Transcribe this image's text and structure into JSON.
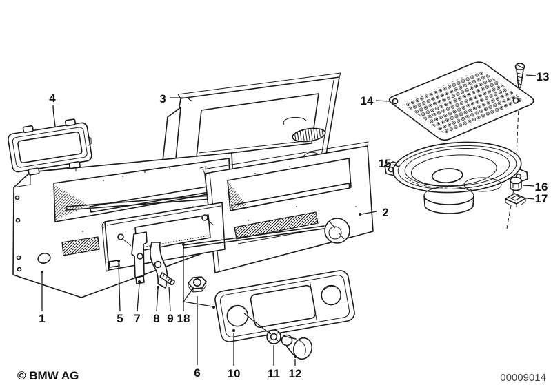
{
  "diagram": {
    "background": "#ffffff",
    "line_color": "#1a1a1a",
    "copyright": "© BMW AG",
    "drawing_number": "00009014"
  },
  "callouts": [
    {
      "label": "1"
    },
    {
      "label": "2"
    },
    {
      "label": "3"
    },
    {
      "label": "4"
    },
    {
      "label": "5"
    },
    {
      "label": "6"
    },
    {
      "label": "7"
    },
    {
      "label": "8"
    },
    {
      "label": "9"
    },
    {
      "label": "10"
    },
    {
      "label": "11"
    },
    {
      "label": "12"
    },
    {
      "label": "13"
    },
    {
      "label": "14"
    },
    {
      "label": "15"
    },
    {
      "label": "16"
    },
    {
      "label": "17"
    },
    {
      "label": "18"
    }
  ]
}
